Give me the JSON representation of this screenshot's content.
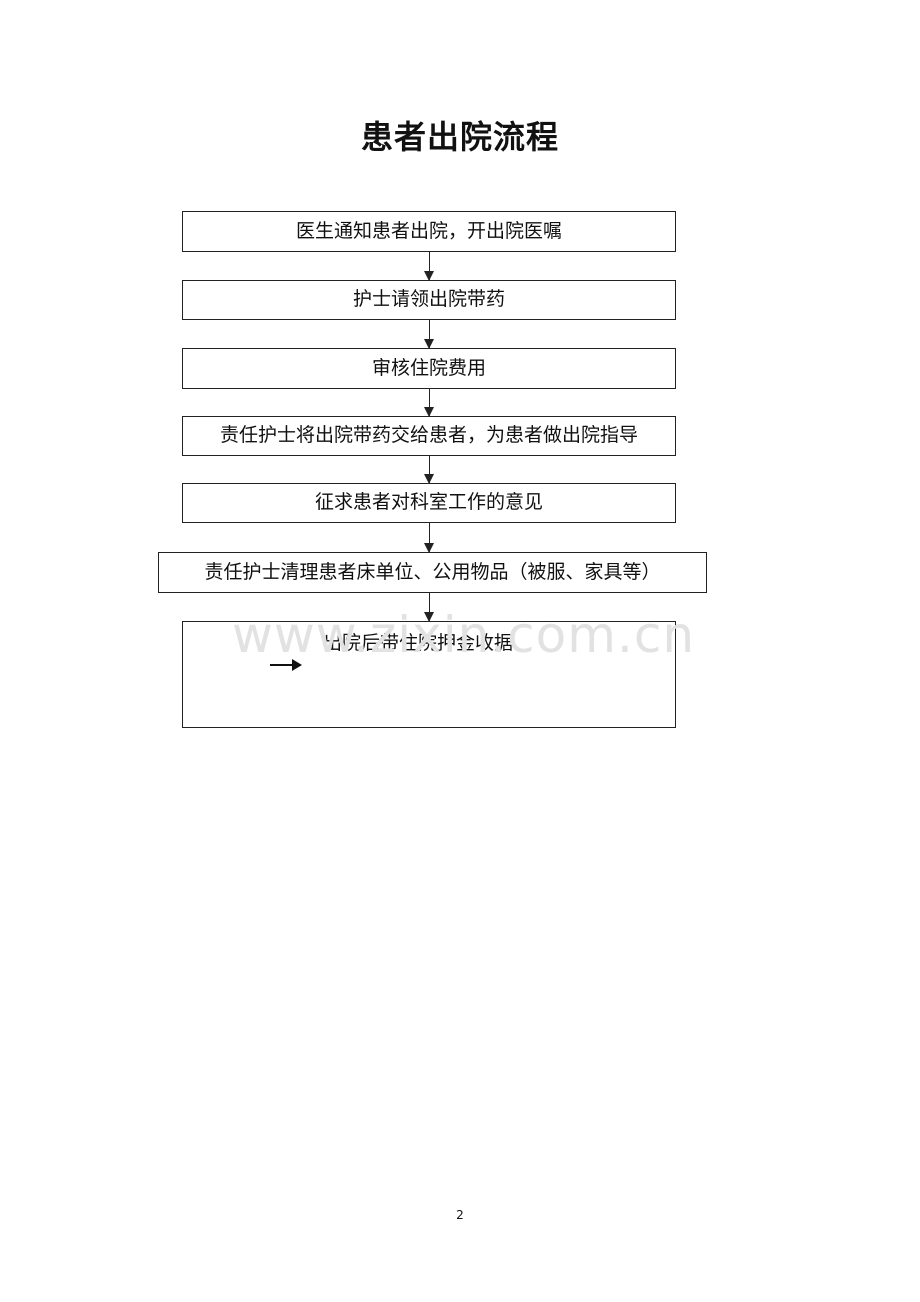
{
  "title": "患者出院流程",
  "steps": [
    "医生通知患者出院，开出院医嘱",
    "护士请领出院带药",
    "审核住院费用",
    "责任护士将出院带药交给患者，为患者做出院指导",
    "征求患者对科室工作的意见",
    "责任护士清理患者床单位、公用物品（被服、家具等）",
    "出院后带住院押金收据"
  ],
  "watermark": "www.zixin.com.cn",
  "page_number": "2"
}
